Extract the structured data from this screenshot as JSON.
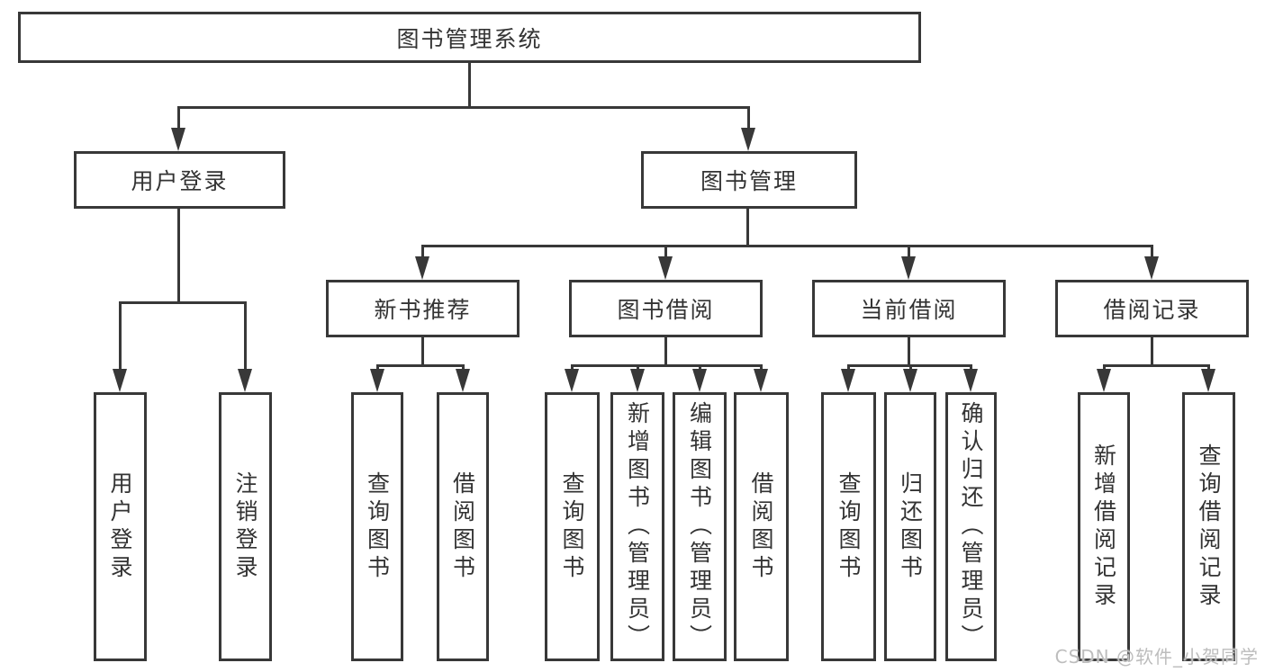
{
  "diagram": {
    "title": "图书管理系统",
    "level2": [
      {
        "label": "用户登录"
      },
      {
        "label": "图书管理"
      }
    ],
    "level3": [
      {
        "label": "新书推荐"
      },
      {
        "label": "图书借阅"
      },
      {
        "label": "当前借阅"
      },
      {
        "label": "借阅记录"
      }
    ],
    "leaves": {
      "user": [
        "用户登录",
        "注销登录"
      ],
      "newbooks": [
        "查询图书",
        "借阅图书"
      ],
      "borrow": [
        "查询图书",
        "新增图书（管理员）",
        "编辑图书（管理员）",
        "借阅图书"
      ],
      "current": [
        "查询图书",
        "归还图书",
        "确认归还（管理员）"
      ],
      "records": [
        "新增借阅记录",
        "查询借阅记录"
      ]
    }
  },
  "watermark": {
    "text": "CSDN @软件_小贺同学"
  },
  "colors": {
    "line": "#383838",
    "text": "#333333",
    "background": "#ffffff",
    "box_fill": "#ffffff",
    "watermark": "#bdbdbd"
  }
}
